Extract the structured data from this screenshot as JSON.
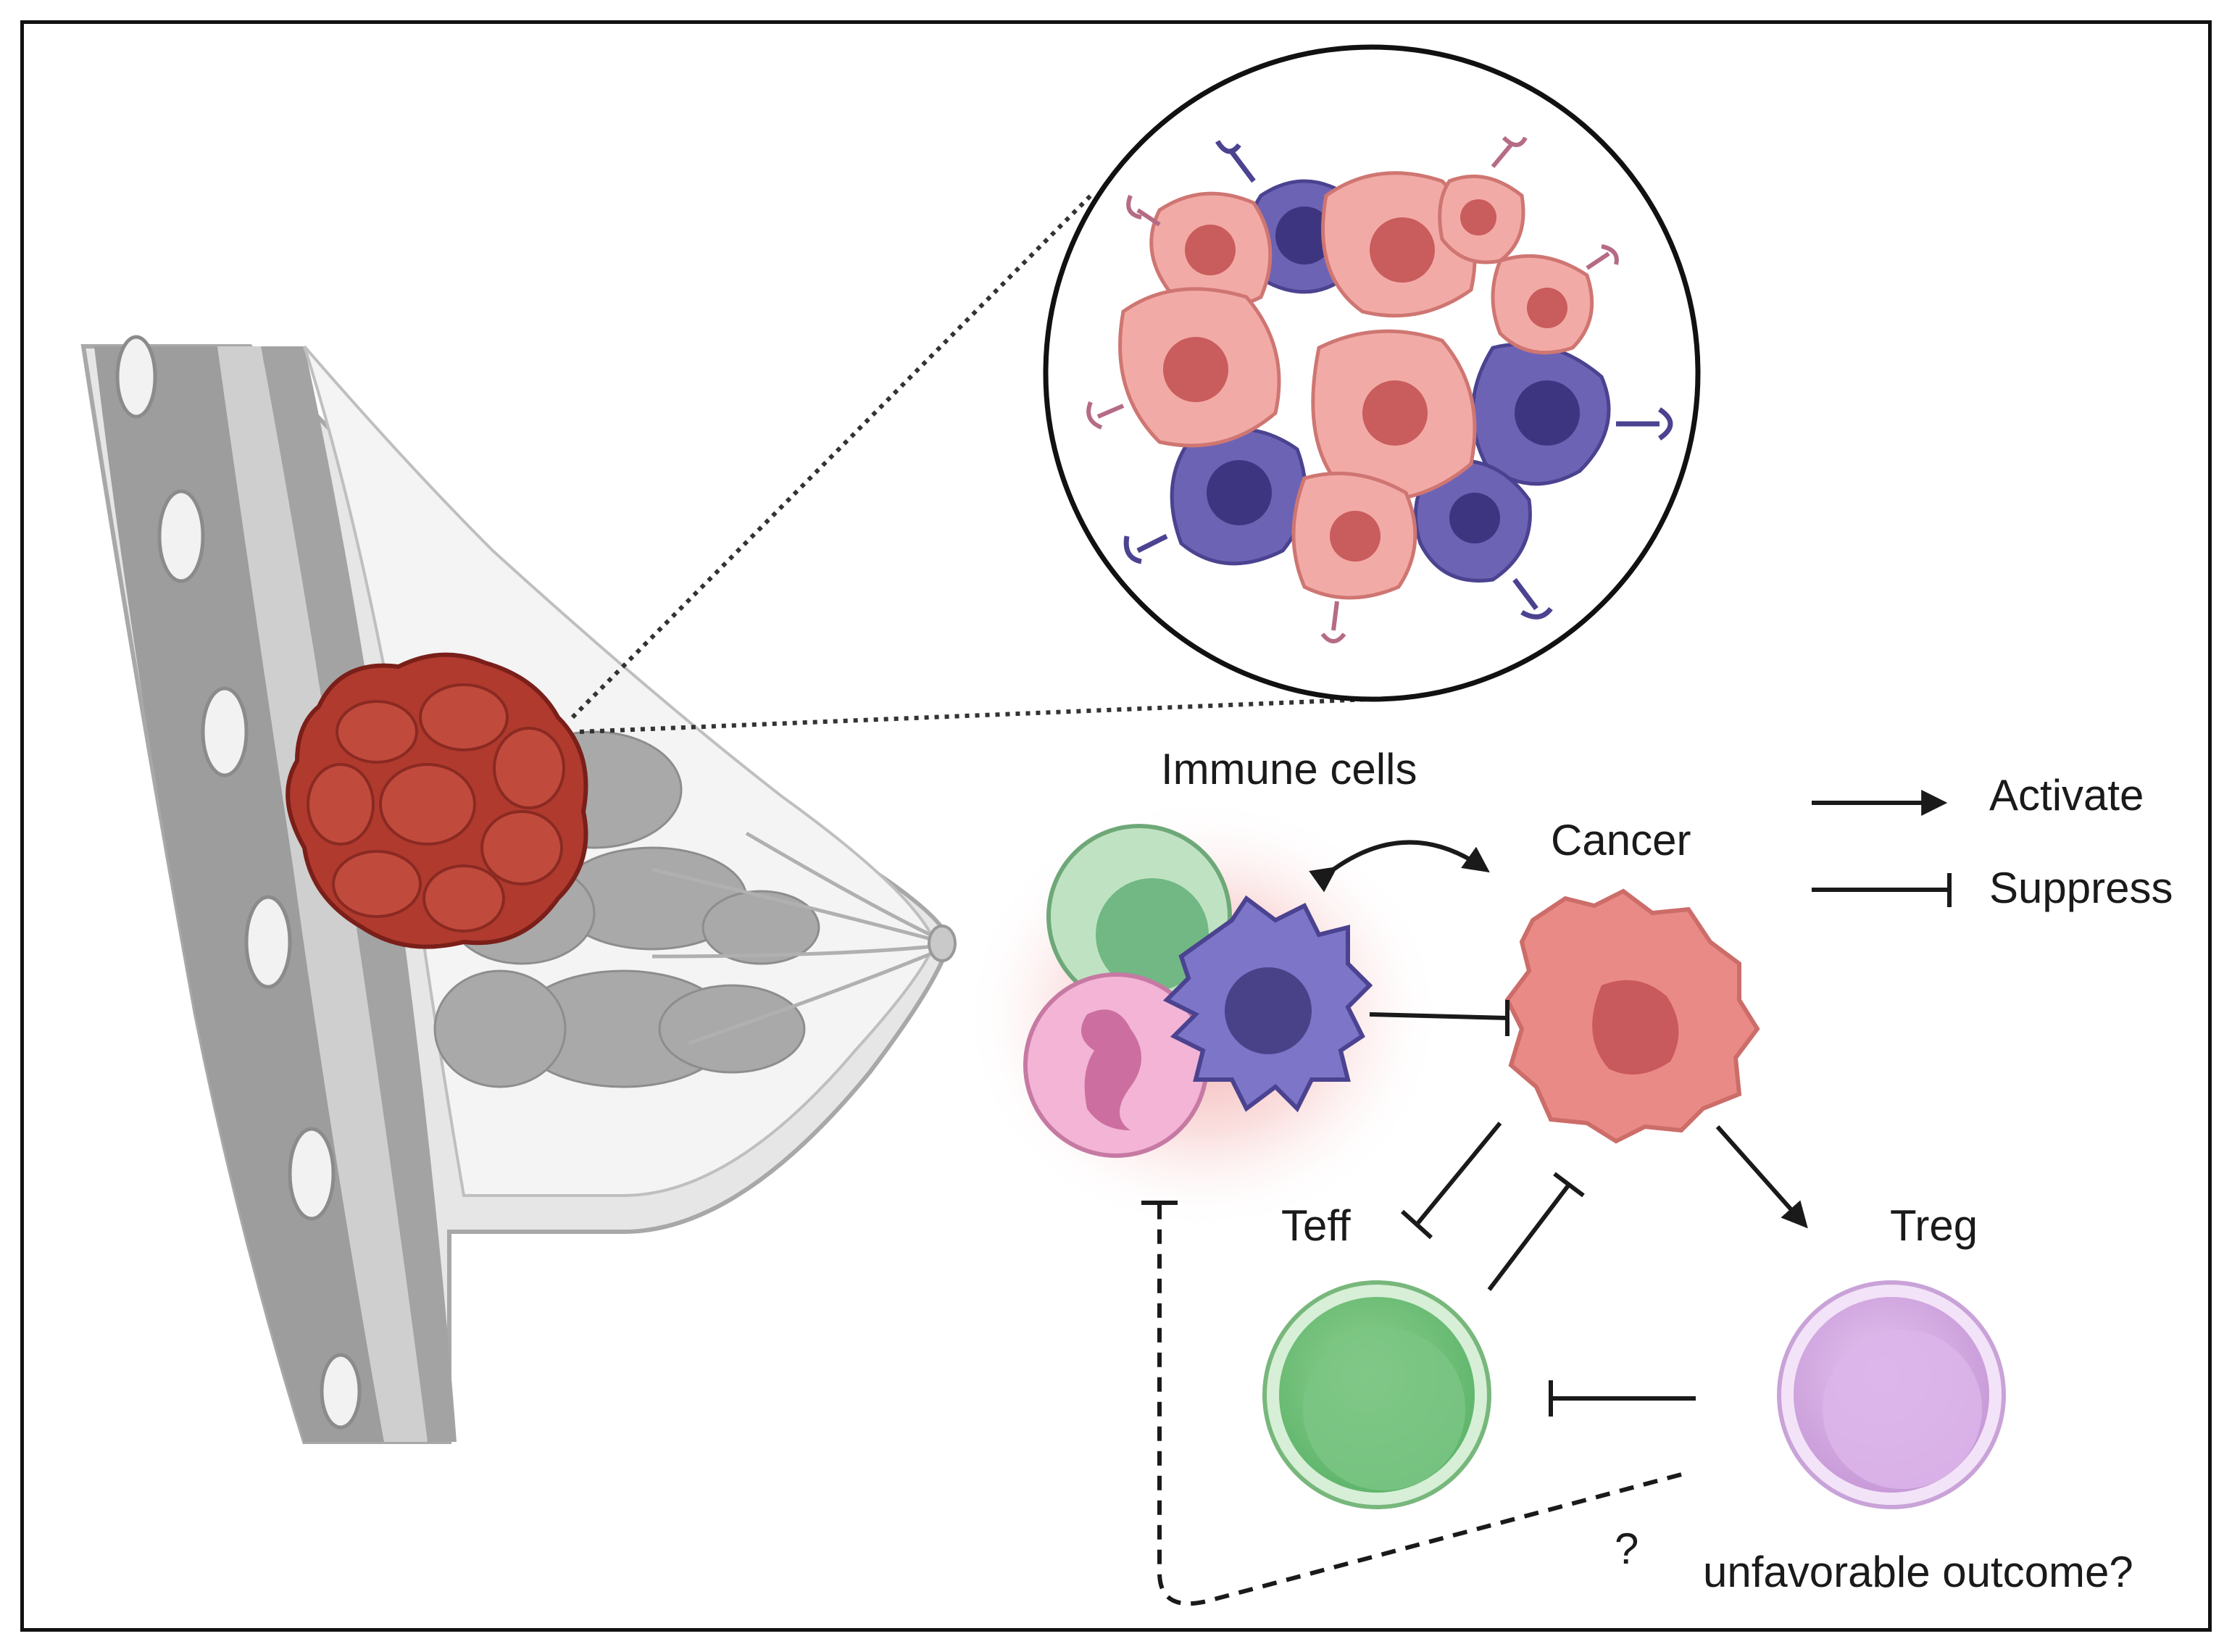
{
  "labels": {
    "immune_cells": "Immune cells",
    "cancer": "Cancer",
    "teff": "Teff",
    "treg": "Treg",
    "question": "?",
    "outcome": "unfavorable outcome?"
  },
  "legend": {
    "activate": "Activate",
    "suppress": "Suppress"
  },
  "colors": {
    "tumor": "#b03a2e",
    "cancer_cell": "#ea8a86",
    "cancer_nucleus": "#c8595c",
    "dendritic_cell": "#7168b8",
    "teff_cell": "#9fd49f",
    "treg_cell": "#e6c8ee",
    "neutrophil": "#efa8cf",
    "monocyte": "#9ed1a7",
    "tissue_gray": "#bdbdbd"
  }
}
